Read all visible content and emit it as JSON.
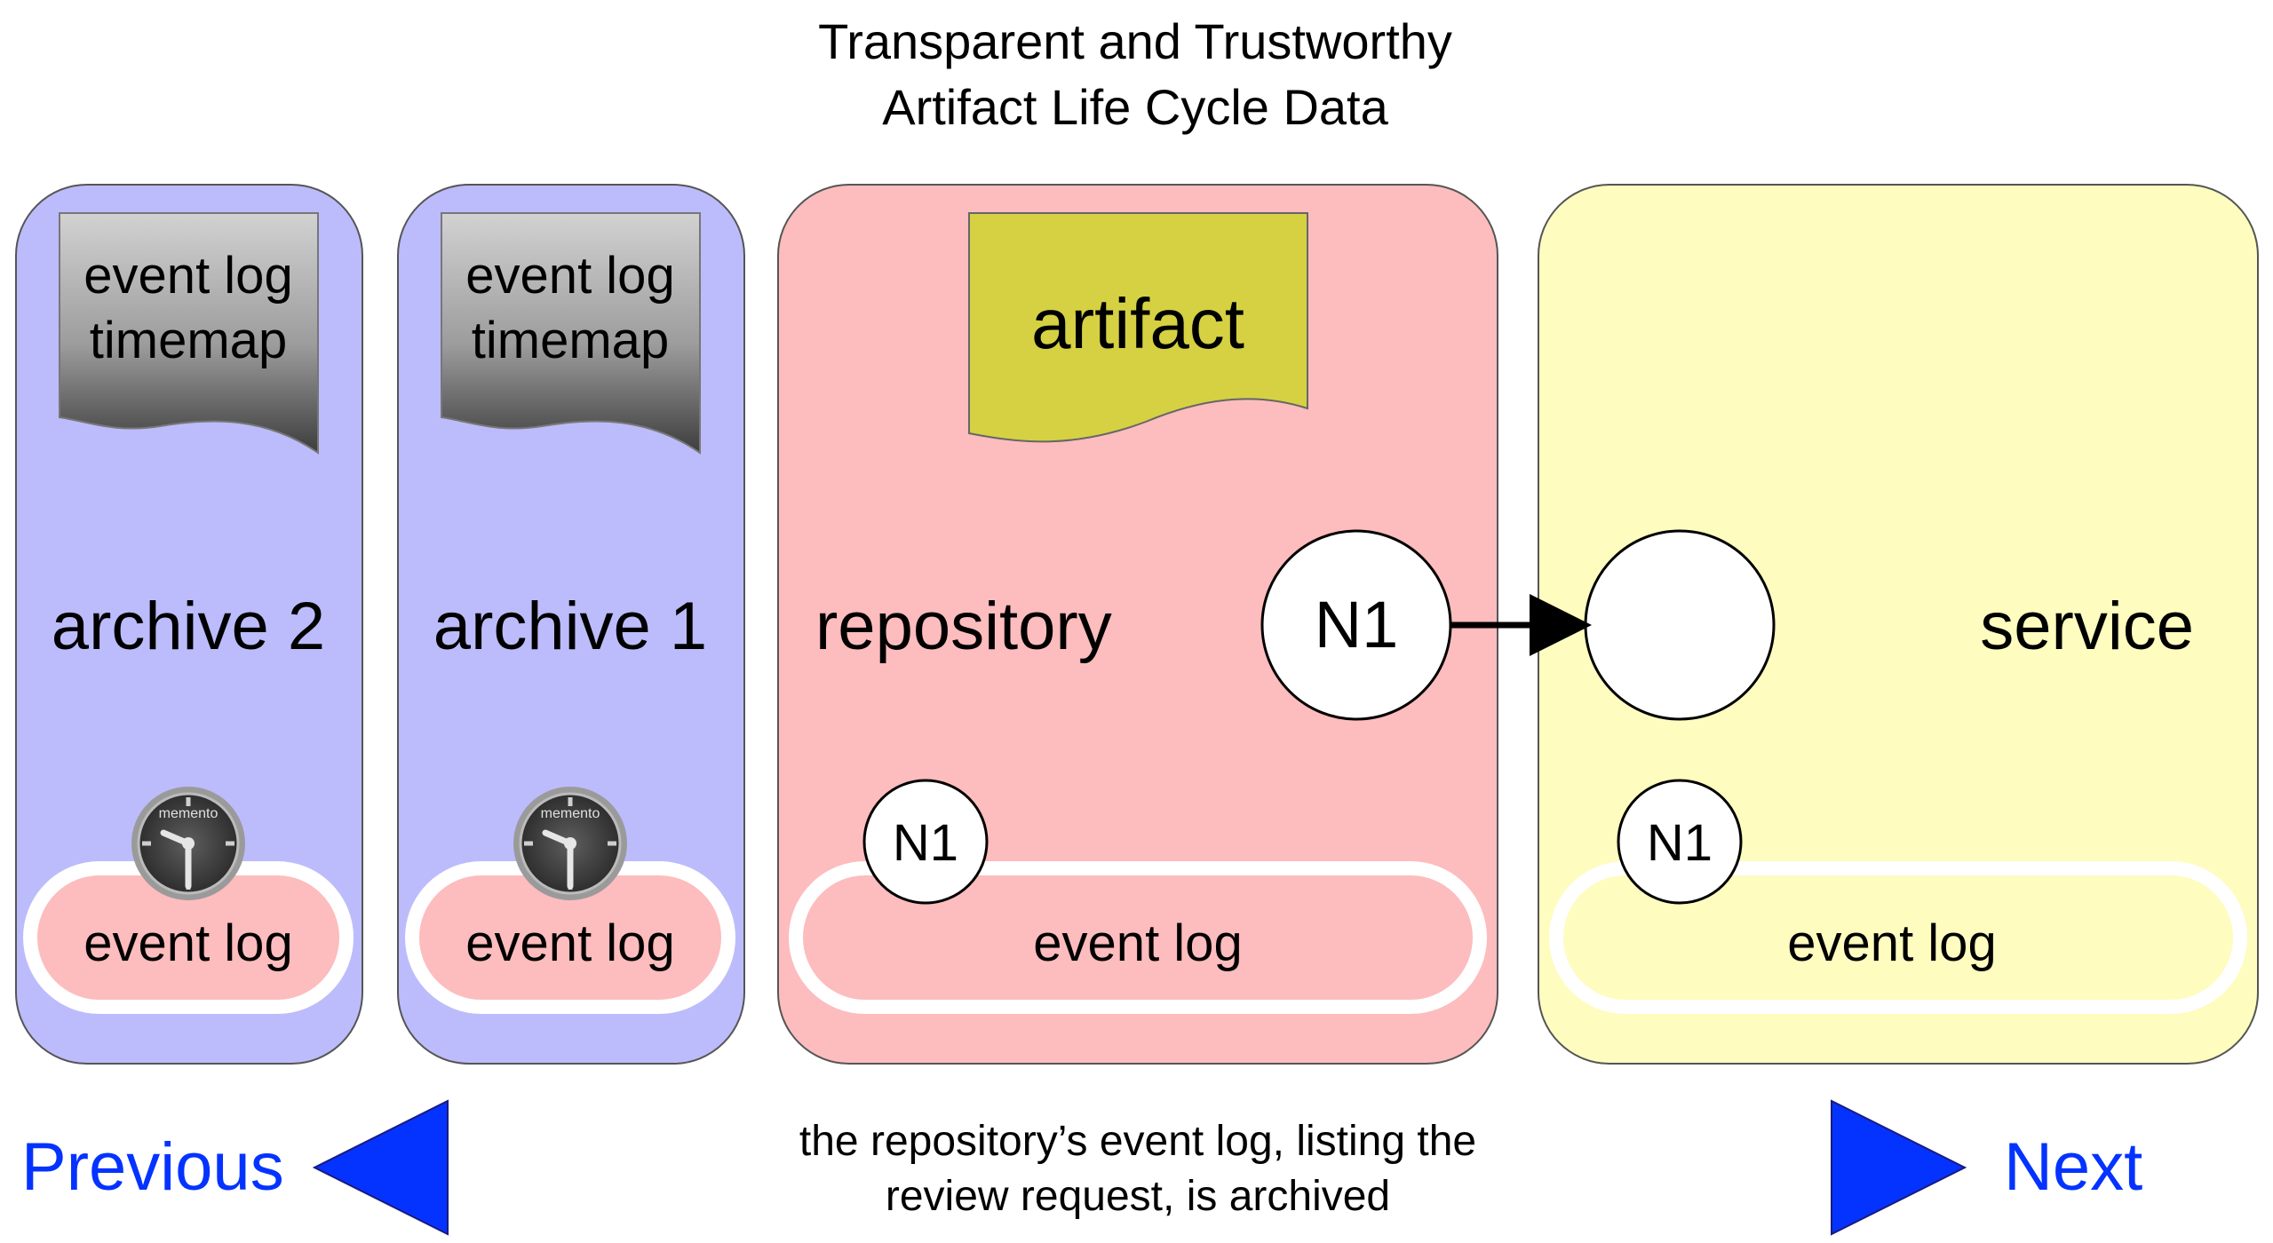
{
  "title": {
    "line1": "Transparent and Trustworthy",
    "line2": "Artifact Life Cycle Data"
  },
  "panels": {
    "archive2": {
      "label": "archive 2",
      "document_line1": "event log",
      "document_line2": "timemap",
      "clock_text": "memento",
      "event_log": "event log"
    },
    "archive1": {
      "label": "archive 1",
      "document_line1": "event log",
      "document_line2": "timemap",
      "clock_text": "memento",
      "event_log": "event log"
    },
    "repository": {
      "label": "repository",
      "document": "artifact",
      "node": "N1",
      "event_node": "N1",
      "event_log": "event log"
    },
    "service": {
      "label": "service",
      "node": "",
      "event_node": "N1",
      "event_log": "event log"
    }
  },
  "caption": {
    "line1": "the repository’s event log, listing the",
    "line2": "review request, is archived"
  },
  "navigation": {
    "previous": "Previous",
    "next": "Next"
  },
  "colors": {
    "archive_fill": "#bcbcfc",
    "repository_fill": "#fdbcbd",
    "service_fill": "#fefcbf",
    "artifact_fill": "#d5d143",
    "nav_blue": "#0433ff"
  }
}
